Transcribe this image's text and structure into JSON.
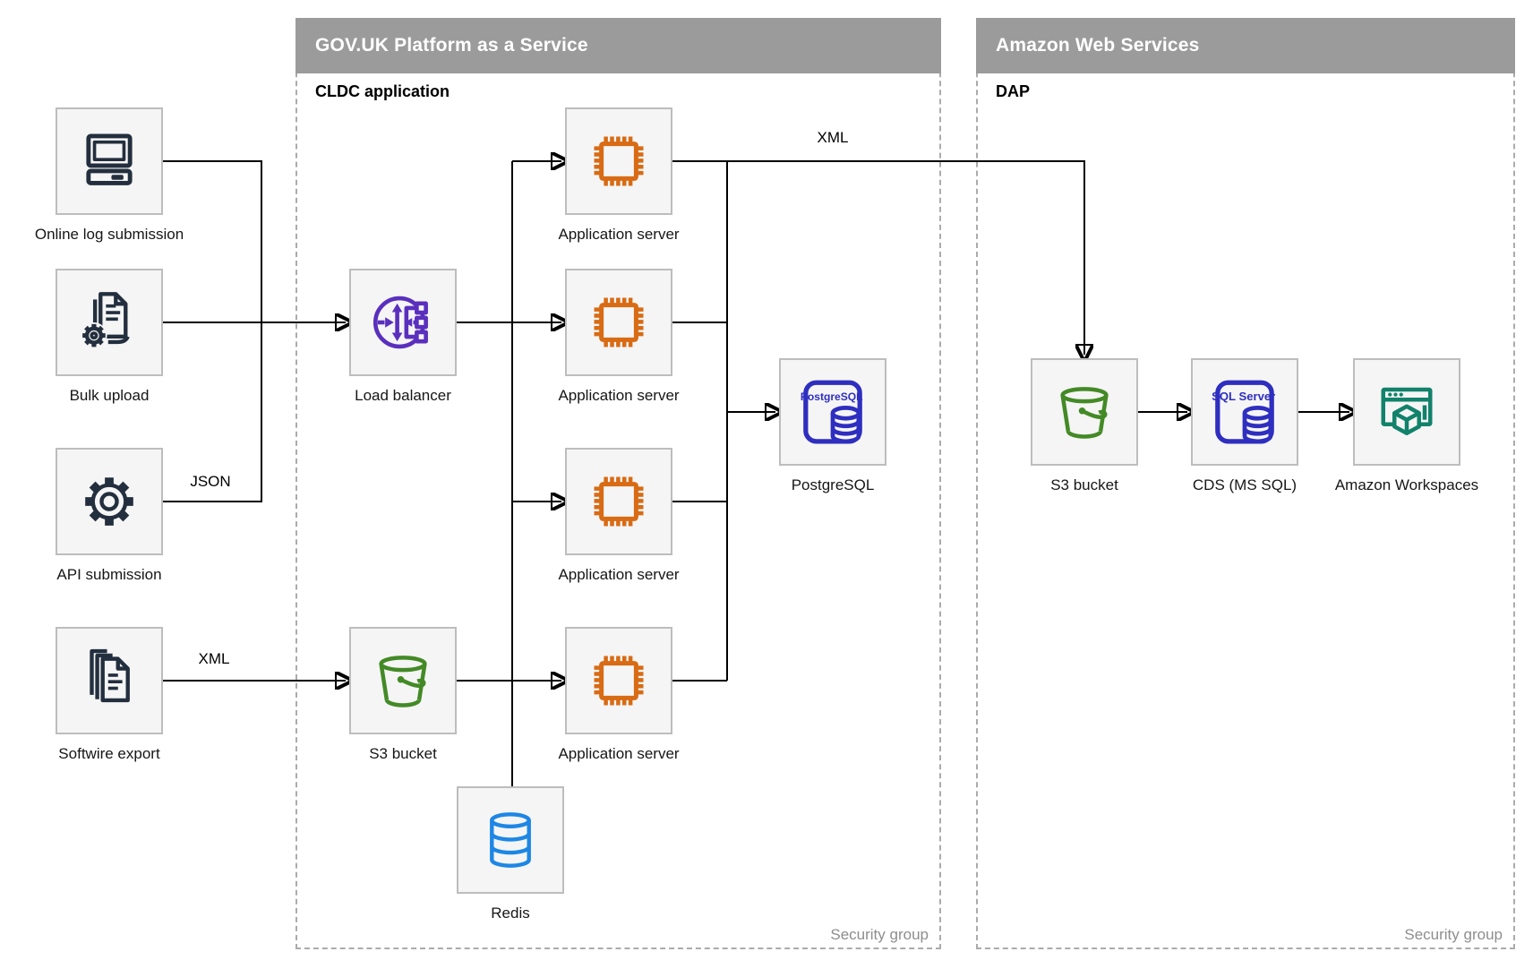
{
  "colors": {
    "dark": "#232F3E",
    "purple": "#5A2FBE",
    "orange": "#D86B14",
    "blue": "#2E2EC0",
    "green": "#438A26",
    "redis": "#1E87E5",
    "teal": "#12826B",
    "header": "#9B9B9B"
  },
  "containers": {
    "paas": {
      "title": "GOV.UK Platform as a Service",
      "subtitle": "CLDC application",
      "footer": "Security group"
    },
    "aws": {
      "title": "Amazon Web Services",
      "subtitle": "DAP",
      "footer": "Security group"
    }
  },
  "nodes": {
    "online_log": {
      "label": "Online log submission",
      "icon": "computer-icon"
    },
    "bulk_upload": {
      "label": "Bulk upload",
      "icon": "document-gear-icon"
    },
    "api_submission": {
      "label": "API submission",
      "icon": "gear-icon"
    },
    "softwire_export": {
      "label": "Softwire export",
      "icon": "documents-icon"
    },
    "load_balancer": {
      "label": "Load balancer",
      "icon": "load-balancer-icon"
    },
    "app_server_1": {
      "label": "Application server",
      "icon": "chip-icon"
    },
    "app_server_2": {
      "label": "Application server",
      "icon": "chip-icon"
    },
    "app_server_3": {
      "label": "Application server",
      "icon": "chip-icon"
    },
    "app_server_4": {
      "label": "Application server",
      "icon": "chip-icon"
    },
    "postgresql": {
      "label": "PostgreSQL",
      "icon": "postgresql-icon",
      "icon_text": "PostgreSQL"
    },
    "s3_paas": {
      "label": "S3 bucket",
      "icon": "bucket-icon"
    },
    "redis": {
      "label": "Redis",
      "icon": "database-icon"
    },
    "s3_aws": {
      "label": "S3 bucket",
      "icon": "bucket-icon"
    },
    "cds": {
      "label": "CDS (MS SQL)",
      "icon": "sql-server-icon",
      "icon_text": "SQL Server"
    },
    "workspaces": {
      "label": "Amazon Workspaces",
      "icon": "workspaces-icon"
    }
  },
  "edge_labels": {
    "json": "JSON",
    "xml_softwire": "XML",
    "xml_app": "XML"
  }
}
